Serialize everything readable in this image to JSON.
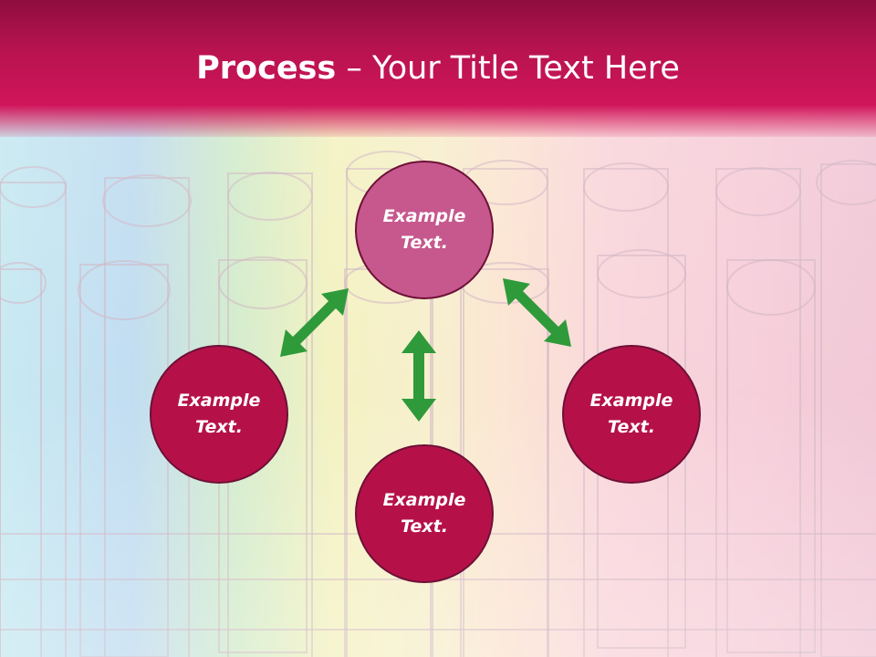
{
  "slide": {
    "title_bold": "Process",
    "title_rest": " – Your Title Text Here"
  },
  "nodes": {
    "top": {
      "line1": "Example",
      "line2": "Text."
    },
    "left": {
      "line1": "Example",
      "line2": "Text."
    },
    "right": {
      "line1": "Example",
      "line2": "Text."
    },
    "bottom": {
      "line1": "Example",
      "line2": "Text."
    }
  },
  "colors": {
    "header": "#b8134f",
    "circle_top": "#c6588e",
    "circle_main": "#b51148",
    "circle_border": "#6e1037",
    "arrow": "#2f9a3a"
  }
}
